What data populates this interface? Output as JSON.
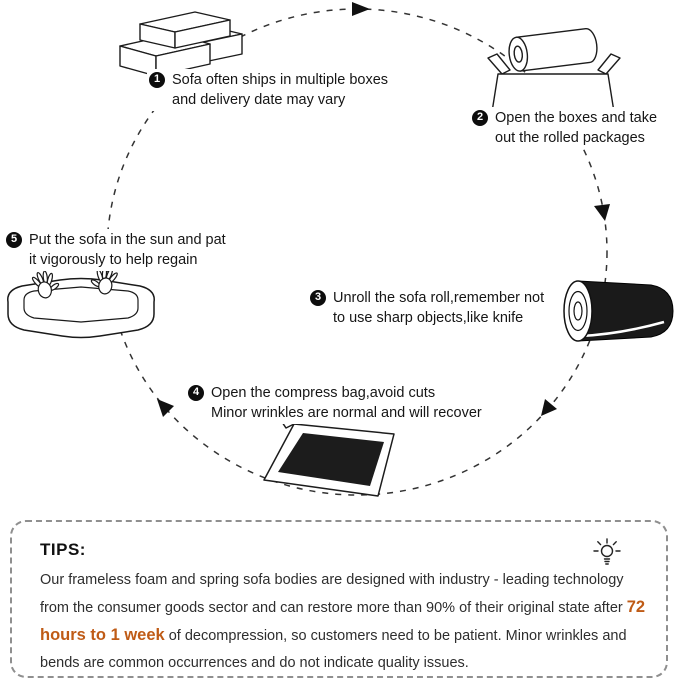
{
  "steps": [
    {
      "number": "1",
      "line1": "Sofa often ships in multiple boxes",
      "line2": "and delivery date may vary"
    },
    {
      "number": "2",
      "line1": "Open the boxes and take",
      "line2": "out the rolled packages"
    },
    {
      "number": "3",
      "line1": "Unroll the sofa roll,remember not",
      "line2": "to use sharp objects,like knife"
    },
    {
      "number": "4",
      "line1": "Open the compress bag,avoid cuts",
      "line2": "Minor wrinkles are normal and will recover"
    },
    {
      "number": "5",
      "line1": "Put the sofa in the sun and pat",
      "line2": "it vigorously to help regain"
    }
  ],
  "tips": {
    "heading": "TIPS:",
    "body_before": "Our frameless foam and spring sofa bodies are designed with industry - leading technology from the consumer goods sector and can restore more than 90% of their original state after ",
    "highlight": "72 hours to 1 week",
    "body_after": " of decompression, so customers need to be patient. Minor wrinkles and bends are common occurrences and do not indicate quality issues."
  },
  "icons": {
    "tips_icon": "bulb",
    "flow_arrows": "dashed-circle-clockwise"
  },
  "colors": {
    "highlight": "#bf5b16",
    "ink": "#111111",
    "dashed_border": "#8f8f8f"
  }
}
